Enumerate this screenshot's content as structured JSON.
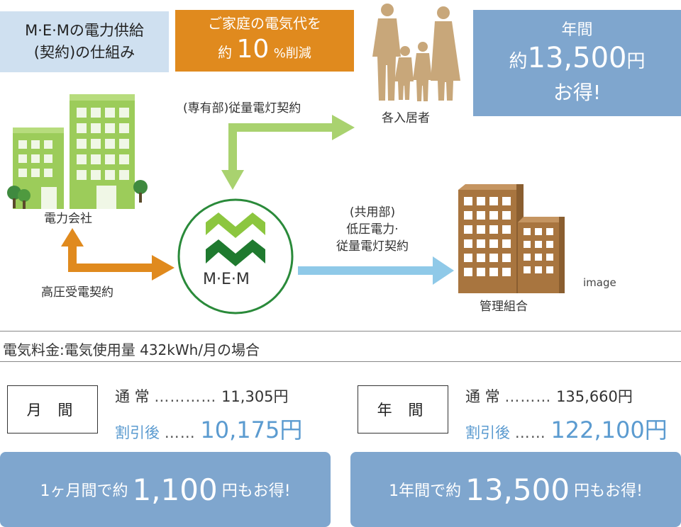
{
  "title": {
    "line1": "M·E·Mの電力供給",
    "line2": "(契約)の仕組み"
  },
  "promo": {
    "line1": "ご家庭の電気代を",
    "prefix": "約",
    "number": "10",
    "suffix": "%削減"
  },
  "annual_box": {
    "line1": "年間",
    "prefix": "約",
    "amount": "13,500",
    "unit": "円",
    "line3": "お得!"
  },
  "labels": {
    "residents": "各入居者",
    "power_company": "電力会社",
    "private_contract": "(専有部)従量電灯契約",
    "common_line1": "(共用部)",
    "common_line2": "低圧電力·",
    "common_line3": "従量電灯契約",
    "high_voltage": "高圧受電契約",
    "management": "管理組合",
    "mem": "M·E·M",
    "image_note": "image"
  },
  "condition": "電気料金:電気使用量 432kWh/月の場合",
  "monthly": {
    "label": "月 間",
    "normal_label": "通 常",
    "normal_dots": "…………",
    "normal_value": "11,305円",
    "discount_label": "割引後",
    "discount_dots": "……",
    "discount_value": "10,175円",
    "savings_prefix": "1ヶ月間で約",
    "savings_amount": "1,100",
    "savings_suffix": "円もお得!"
  },
  "yearly": {
    "label": "年 間",
    "normal_label": "通 常",
    "normal_dots": "………",
    "normal_value": "135,660円",
    "discount_label": "割引後",
    "discount_dots": "……",
    "discount_value": "122,100円",
    "savings_prefix": "1年間で約",
    "savings_amount": "13,500",
    "savings_suffix": "円もお得!"
  },
  "colors": {
    "orange": "#e08a1e",
    "blue_box": "#7fa6ce",
    "light_blue": "#cfe0f0",
    "green_arrow": "#a9d26f",
    "blue_arrow": "#8fc9e8",
    "mem_green": "#2a8a3a",
    "building_brown": "#a8753f",
    "building_green": "#9ccc5a",
    "silhouette": "#c8a77a"
  }
}
